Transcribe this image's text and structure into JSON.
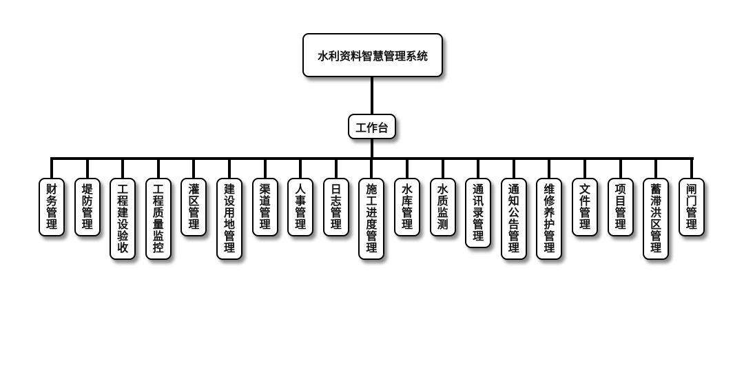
{
  "root": {
    "label": "水利资料智慧管理系统"
  },
  "hub": {
    "label": "工作台"
  },
  "modules": [
    "财务管理",
    "堤防管理",
    "工程建设验收",
    "工程质量监控",
    "灌区管理",
    "建设用地管理",
    "渠道管理",
    "人事管理",
    "日志管理",
    "施工进度管理",
    "水库管理",
    "水质监测",
    "通讯录管理",
    "通知公告管理",
    "维修养护管理",
    "文件管理",
    "项目管理",
    "蓄滞洪区管理",
    "闸门管理"
  ]
}
